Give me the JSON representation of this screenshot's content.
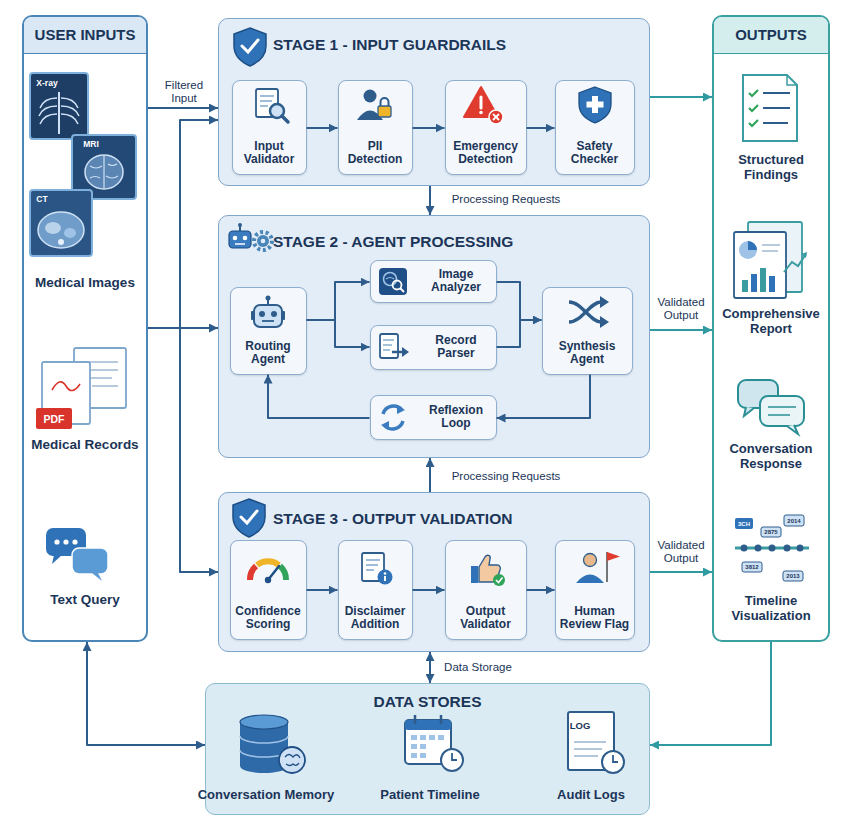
{
  "diagram": {
    "nodes": [
      {
        "text": [
          "USER INPUTS"
        ]
      },
      {
        "text": [
          "STAGE 1 - INPUT GUARDRAILS"
        ]
      },
      {
        "text": [
          "Input Validator"
        ],
        "in": 1
      },
      {
        "text": [
          "PII Detection"
        ],
        "in": 1
      },
      {
        "text": [
          "Emergency Detection"
        ],
        "in": 1
      },
      {
        "text": [
          "Safety Checker"
        ],
        "in": 1
      },
      {
        "text": [
          "STAGE 2 - AGENT PROCESSING"
        ]
      },
      {
        "text": [
          "Routing Agent"
        ],
        "in": 6
      },
      {
        "text": [
          "Image Analyzer"
        ],
        "in": 6
      },
      {
        "text": [
          "Record Parser"
        ],
        "in": 6
      },
      {
        "text": [
          "Synthesis Agent"
        ],
        "in": 6
      },
      {
        "text": [
          "Reflexion Loop"
        ],
        "in": 6
      },
      {
        "text": [
          "STAGE 3 - OUTPUT VALIDATION"
        ]
      },
      {
        "text": [
          "Confidence Scoring"
        ],
        "in": 12
      },
      {
        "text": [
          "Disclaimer Addition"
        ],
        "in": 12
      },
      {
        "text": [
          "Output Validator"
        ],
        "in": 12
      },
      {
        "text": [
          "Human Review Flag"
        ],
        "in": 12
      },
      {
        "text": [
          "OUTPUTS"
        ]
      },
      {
        "text": [
          "DATA STORES"
        ]
      }
    ],
    "edges": [
      {
        "from": 0,
        "to": 1,
        "label": "Filtered Input",
        "arrow": "to"
      },
      {
        "from": 0,
        "to": 1,
        "arrow": "to"
      },
      {
        "from": 0,
        "to": 6,
        "arrow": "to"
      },
      {
        "from": 0,
        "to": 12,
        "arrow": "to"
      },
      {
        "from": 2,
        "to": 3,
        "arrow": "to"
      },
      {
        "from": 3,
        "to": 4,
        "arrow": "to"
      },
      {
        "from": 4,
        "to": 5,
        "arrow": "to"
      },
      {
        "from": 1,
        "to": 17,
        "arrow": "to"
      },
      {
        "from": 1,
        "to": 6,
        "label": "Processing Requests",
        "arrow": "to"
      },
      {
        "from": 7,
        "to": 8,
        "arrow": "to"
      },
      {
        "from": 7,
        "to": 9,
        "arrow": "to"
      },
      {
        "from": 8,
        "to": 10,
        "arrow": "to"
      },
      {
        "from": 9,
        "to": 10,
        "arrow": "to"
      },
      {
        "from": 10,
        "to": 11,
        "arrow": "to"
      },
      {
        "from": 11,
        "to": 7,
        "arrow": "to"
      },
      {
        "from": 6,
        "to": 17,
        "label": "Validated Output",
        "arrow": "to"
      },
      {
        "from": 12,
        "to": 6,
        "label": "Processing Requests",
        "arrow": "to"
      },
      {
        "from": 13,
        "to": 14,
        "arrow": "to"
      },
      {
        "from": 14,
        "to": 15,
        "arrow": "to"
      },
      {
        "from": 15,
        "to": 16,
        "arrow": "to"
      },
      {
        "from": 12,
        "to": 17,
        "label": "Validated Output",
        "arrow": "to"
      },
      {
        "from": 12,
        "to": 18,
        "label": "Data Storage",
        "arrow": "both"
      },
      {
        "from": 0,
        "to": 18,
        "arrow": "both"
      },
      {
        "from": 17,
        "to": 18,
        "arrow": "to"
      }
    ],
    "labels": [
      "X-ray",
      "MRI",
      "CT",
      "Medical Images",
      "PDF",
      "Medical Records",
      "Text Query",
      "Structured Findings",
      "Comprehensive Report",
      "Conversation Response",
      "3CH",
      "2014",
      "2875",
      "3812",
      "2013",
      "Timeline Visualization",
      "Conversation Memory",
      "Patient Timeline",
      "LOG",
      "Audit Logs"
    ]
  }
}
